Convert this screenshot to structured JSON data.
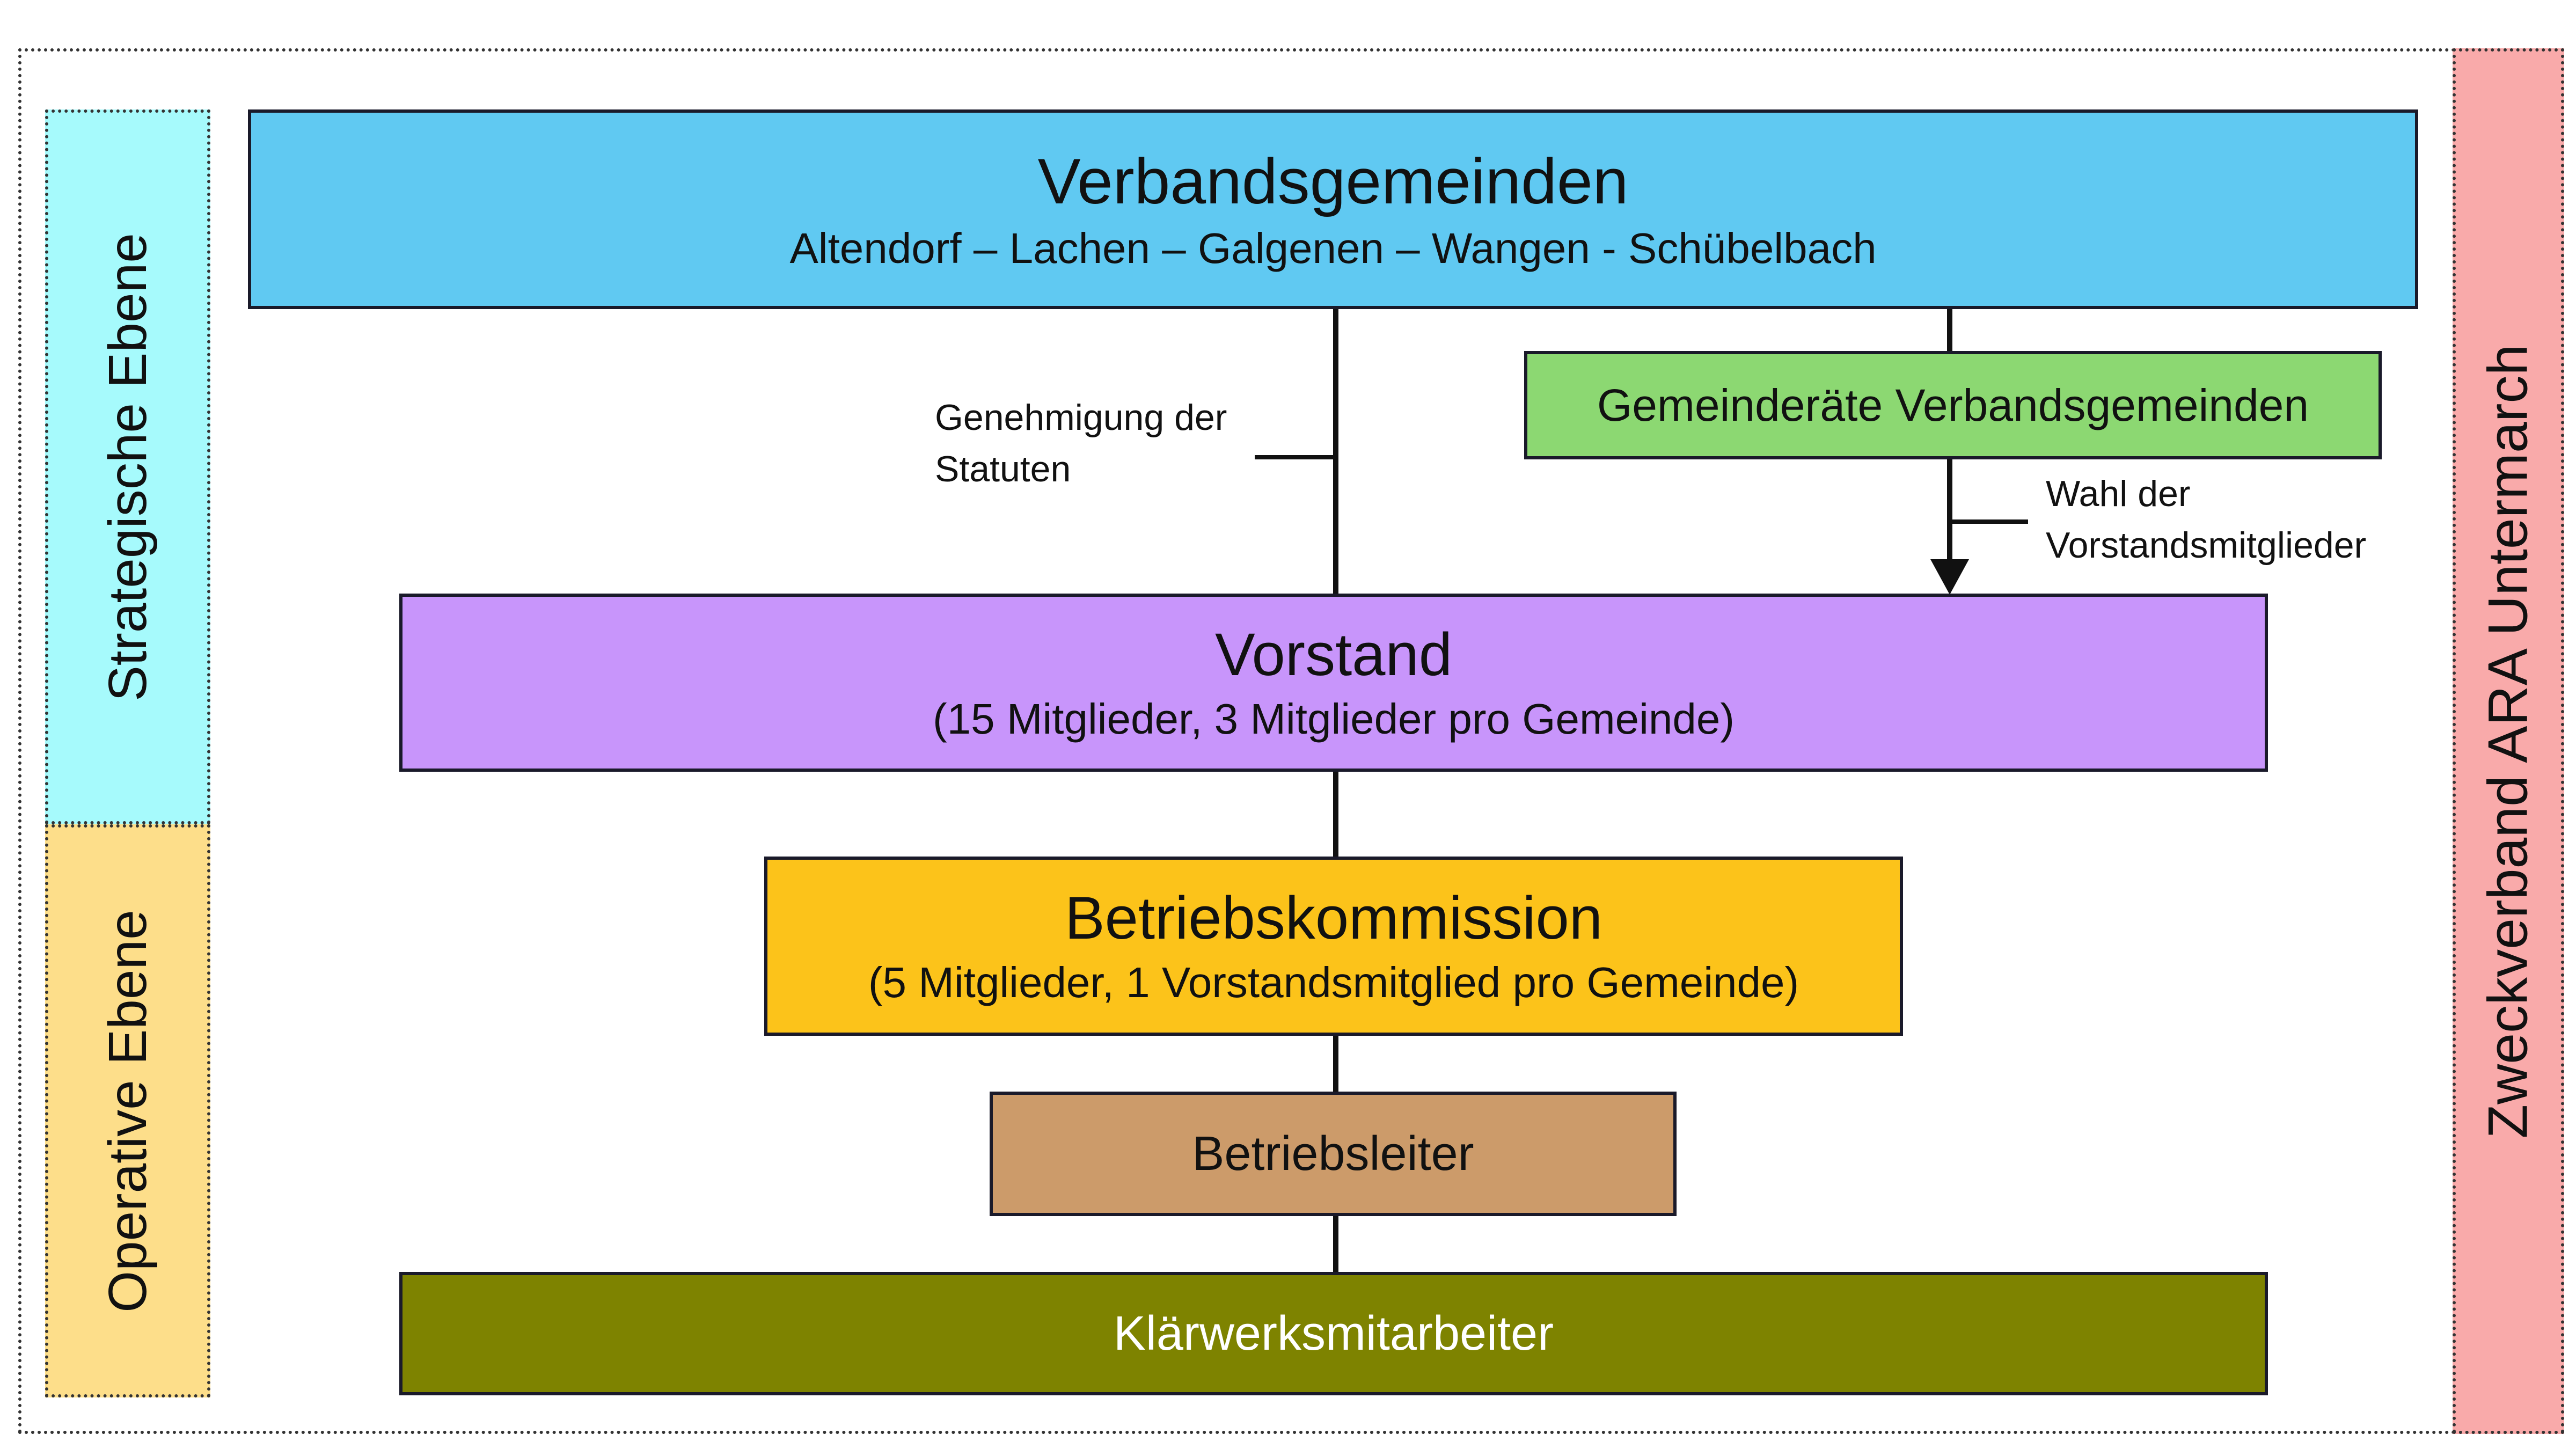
{
  "colors": {
    "strategic": "#A6FAFC",
    "operative": "#FDDE8A",
    "zweckverband": "#F9AAAA",
    "verbandsgemeinden": "#60C9F2",
    "gemeinderaete": "#8CD872",
    "vorstand": "#C895FB",
    "betriebskommission": "#FCC31A",
    "betriebsleiter": "#CC9B6A",
    "klaerwerk": "#7E8300"
  },
  "levels": {
    "strategic": "Strategische Ebene",
    "operative": "Operative Ebene",
    "organization": "Zweckverband ARA Untermarch"
  },
  "boxes": {
    "verbandsgemeinden": {
      "title": "Verbandsgemeinden",
      "subtitle": "Altendorf – Lachen – Galgenen – Wangen - Schübelbach"
    },
    "gemeinderaete": {
      "title": "Gemeinderäte Verbandsgemeinden"
    },
    "vorstand": {
      "title": "Vorstand",
      "subtitle": "(15 Mitglieder, 3 Mitglieder pro Gemeinde)"
    },
    "betriebskommission": {
      "title": "Betriebskommission",
      "subtitle": "(5 Mitglieder, 1 Vorstandsmitglied pro Gemeinde)"
    },
    "betriebsleiter": {
      "title": "Betriebsleiter"
    },
    "klaerwerk": {
      "title": "Klärwerksmitarbeiter"
    }
  },
  "annotations": {
    "genehmigung": [
      "Genehmigung der",
      "Statuten"
    ],
    "wahl": [
      "Wahl der",
      "Vorstandsmitglieder"
    ]
  }
}
